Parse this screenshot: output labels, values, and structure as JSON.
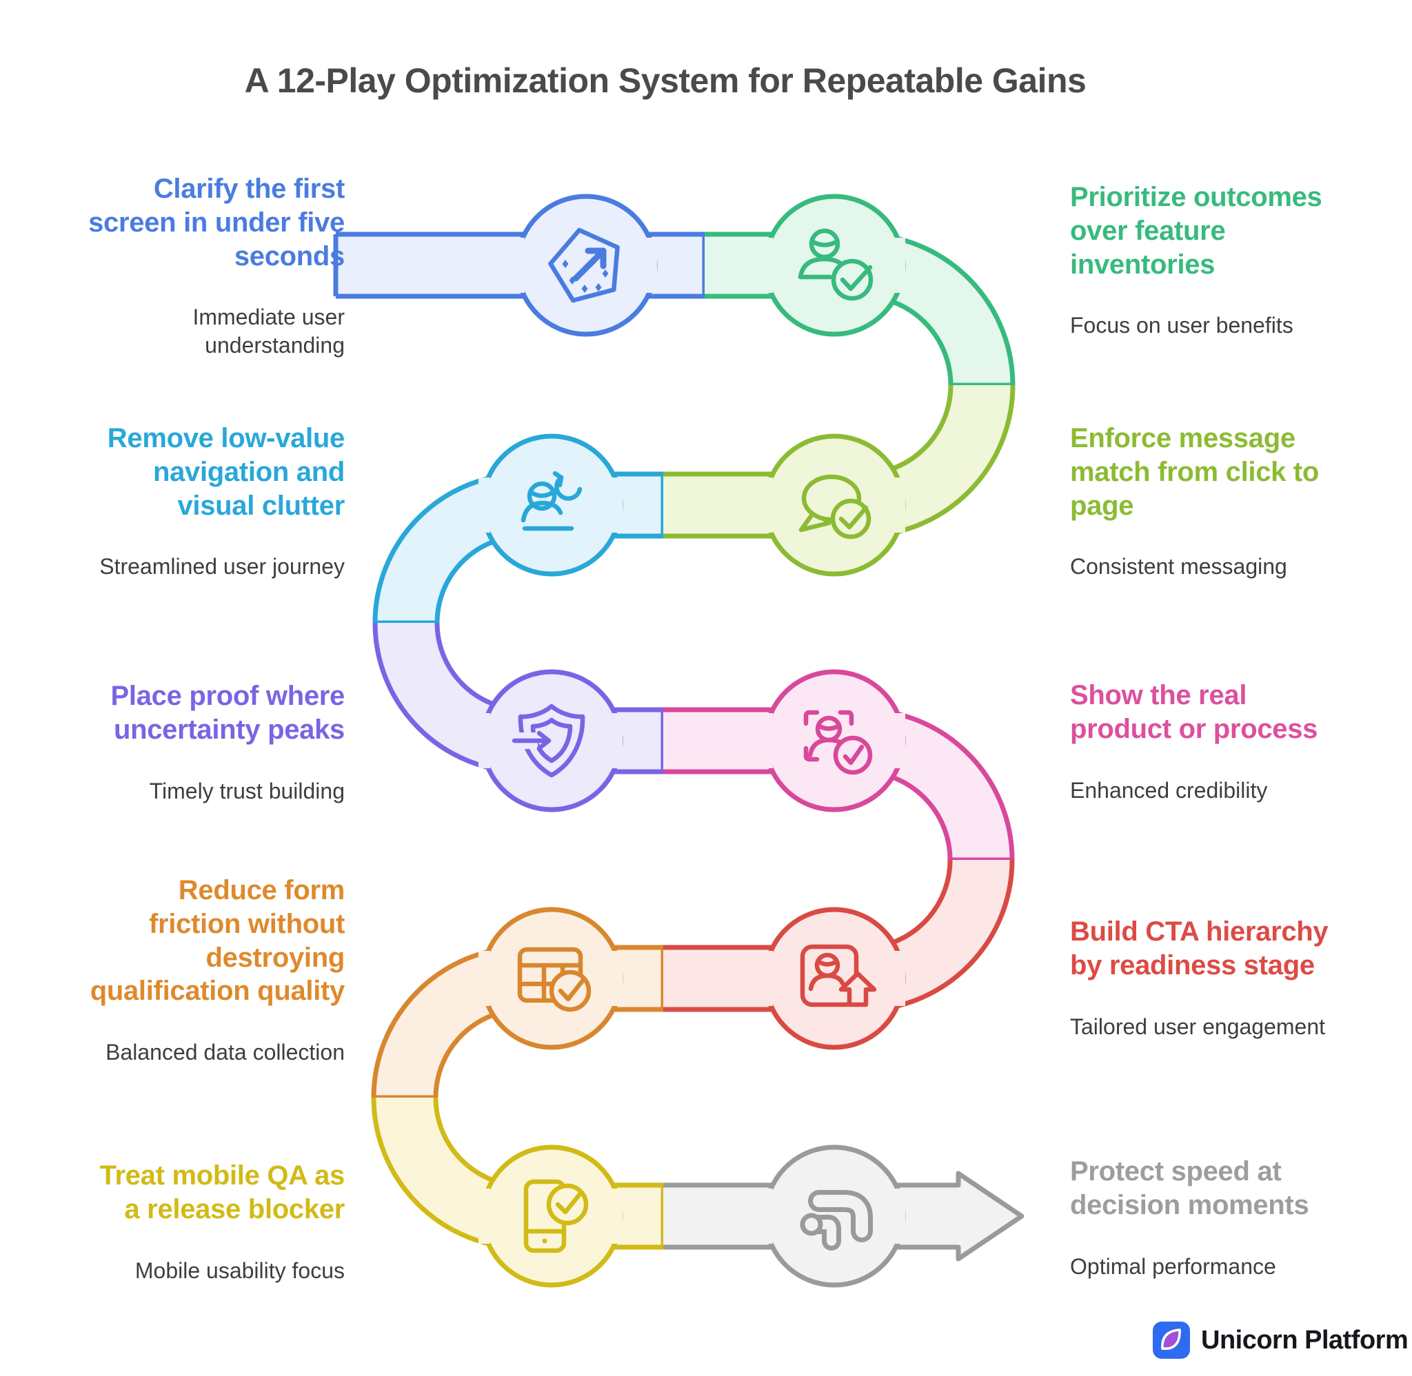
{
  "page_title": "A 12-Play Optimization System for Repeatable Gains",
  "steps": [
    {
      "id": "clarify",
      "side": "left",
      "row": 1,
      "color": "#4a7ce0",
      "icon": "upward-arrow-badge-icon",
      "title": "Clarify the first\nscreen in under five\nseconds",
      "subtitle": "Immediate user\nunderstanding"
    },
    {
      "id": "outcomes",
      "side": "right",
      "row": 1,
      "color": "#37ba7d",
      "icon": "user-check-icon",
      "title": "Prioritize outcomes\nover feature\ninventories",
      "subtitle": "Focus on user benefits"
    },
    {
      "id": "navigation",
      "side": "left",
      "row": 2,
      "color": "#29a7d9",
      "icon": "user-refresh-icon",
      "title": "Remove low-value\nnavigation and\nvisual clutter",
      "subtitle": "Streamlined user journey"
    },
    {
      "id": "message-match",
      "side": "right",
      "row": 2,
      "color": "#8cbb33",
      "icon": "speech-bubble-check-icon",
      "title": "Enforce message\nmatch from click to\npage",
      "subtitle": "Consistent messaging"
    },
    {
      "id": "proof",
      "side": "left",
      "row": 3,
      "color": "#7a64e4",
      "icon": "shield-arrow-icon",
      "title": "Place proof where\nuncertainty peaks",
      "subtitle": "Timely trust building"
    },
    {
      "id": "real-product",
      "side": "right",
      "row": 3,
      "color": "#dd4f9e",
      "icon": "user-focus-check-icon",
      "title": "Show the real\nproduct or process",
      "subtitle": "Enhanced credibility"
    },
    {
      "id": "form-friction",
      "side": "left",
      "row": 4,
      "color": "#dd8a2d",
      "icon": "table-check-icon",
      "title": "Reduce form\nfriction without\ndestroying\nqualification quality",
      "subtitle": "Balanced data collection"
    },
    {
      "id": "cta-hierarchy",
      "side": "right",
      "row": 4,
      "color": "#dc4b44",
      "icon": "user-card-upload-icon",
      "title": "Build CTA hierarchy\nby readiness stage",
      "subtitle": "Tailored user engagement"
    },
    {
      "id": "mobile-qa",
      "side": "left",
      "row": 5,
      "color": "#d2ba17",
      "icon": "phone-check-icon",
      "title": "Treat mobile QA as\na release blocker",
      "subtitle": "Mobile usability focus"
    },
    {
      "id": "speed",
      "side": "right",
      "row": 5,
      "color": "#9d9d9d",
      "icon": "flow-arrow-icon",
      "title": "Protect speed at\ndecision moments",
      "subtitle": "Optimal performance"
    }
  ],
  "footer": {
    "brand": "Unicorn Platform",
    "logo_square_color": "#2f6bf0",
    "logo_drop_color": "#a34fd6"
  }
}
